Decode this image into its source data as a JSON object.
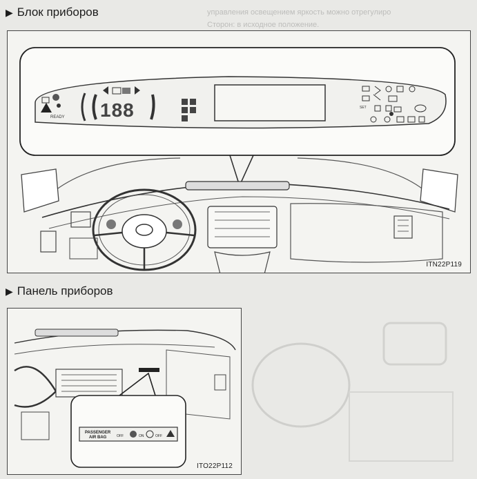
{
  "sections": [
    {
      "heading": "Блок приборов",
      "code": "ITN22P119"
    },
    {
      "heading": "Панель приборов",
      "code": "ITO22P112"
    }
  ],
  "cluster": {
    "speed_digits": "188",
    "ready": "READY",
    "set": "SET"
  },
  "panel": {
    "airbag_line1": "PASSENGER",
    "airbag_line2": "AIR BAG",
    "off1": "OFF",
    "on": "ON",
    "off2": "OFF"
  },
  "bleed_text": [
    "управления освещением яркость можно отрегулиро",
    "Сторон: в исходное положение."
  ],
  "icons": [
    "triangle-right-icon",
    "warning-icon",
    "seatbelt-icon",
    "arrow-left-icon",
    "arrow-right-icon",
    "fuel-icon",
    "airbag-icon"
  ]
}
